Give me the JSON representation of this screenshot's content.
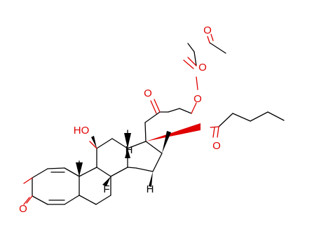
{
  "labels": {
    "acetyl_o_top": "O",
    "acetyl_o_ester": "O",
    "c20_carbonyl_o": "O",
    "c17_ester_o": "O",
    "valerate_carbonyl_o": "O",
    "c11_hydroxyl": "HO",
    "c8_h": "H",
    "c14_h": "H",
    "c9_f": "F",
    "c3_carbonyl_o": "O"
  },
  "colors": {
    "bond": "#000000",
    "oxygen": "#e00000",
    "fluorine": "#000000",
    "hydrogen": "#000000"
  }
}
